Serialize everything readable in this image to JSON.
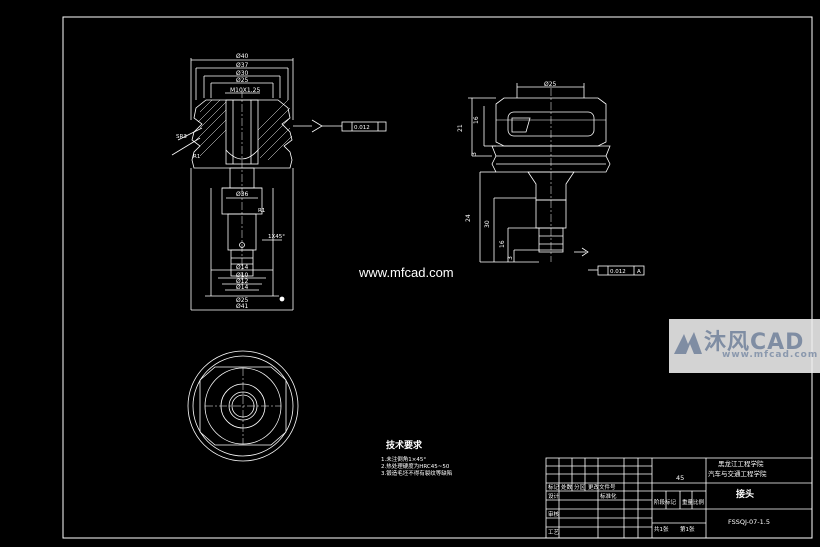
{
  "watermark": {
    "url": "www.mfcad.com",
    "logo_text": "沐风CAD",
    "logo_sub": "www.mfcad.com"
  },
  "front_view": {
    "dims_top": [
      "Ø40",
      "Ø37",
      "Ø30",
      "Ø25",
      "M10X1.25"
    ],
    "dims_lower": [
      "Ø36",
      "Ø14",
      "Ø10",
      "Ø12",
      "Ø14",
      "Ø25",
      "Ø41"
    ],
    "dim_small": [
      "SR3",
      "R1",
      "1X45°",
      "R1"
    ],
    "tolerance": "0.012"
  },
  "side_view": {
    "dim_top": "Ø25",
    "dims_left": [
      "21",
      "16",
      "3",
      "24",
      "30",
      "16",
      "3"
    ],
    "tolerance_ref": "0.012",
    "datum": "A"
  },
  "tech_requirements": {
    "title": "技术要求",
    "lines": [
      "1.未注倒角1×45°",
      "2.热处理硬度为HRC45~50",
      "3.锻造毛坯不得有裂纹等缺陷"
    ]
  },
  "title_block": {
    "material": "45",
    "school": "黑龙江工程学院",
    "dept": "汽车与交通工程学院",
    "part_name": "接头",
    "drawing_no": "FSSQJ-07-1.5",
    "scale_label": "比例",
    "sheet_total": "共1张",
    "sheet_no": "第1张",
    "weight_label": "重量",
    "stage_label": "阶段标记",
    "designer": "设计",
    "checker": "审核",
    "process": "工艺",
    "std": "标准化",
    "sign_label": "签名",
    "date_label": "年月日",
    "rev_label": "标记",
    "count_label": "处数",
    "zone_label": "分区",
    "doc_label": "更改文件号"
  }
}
